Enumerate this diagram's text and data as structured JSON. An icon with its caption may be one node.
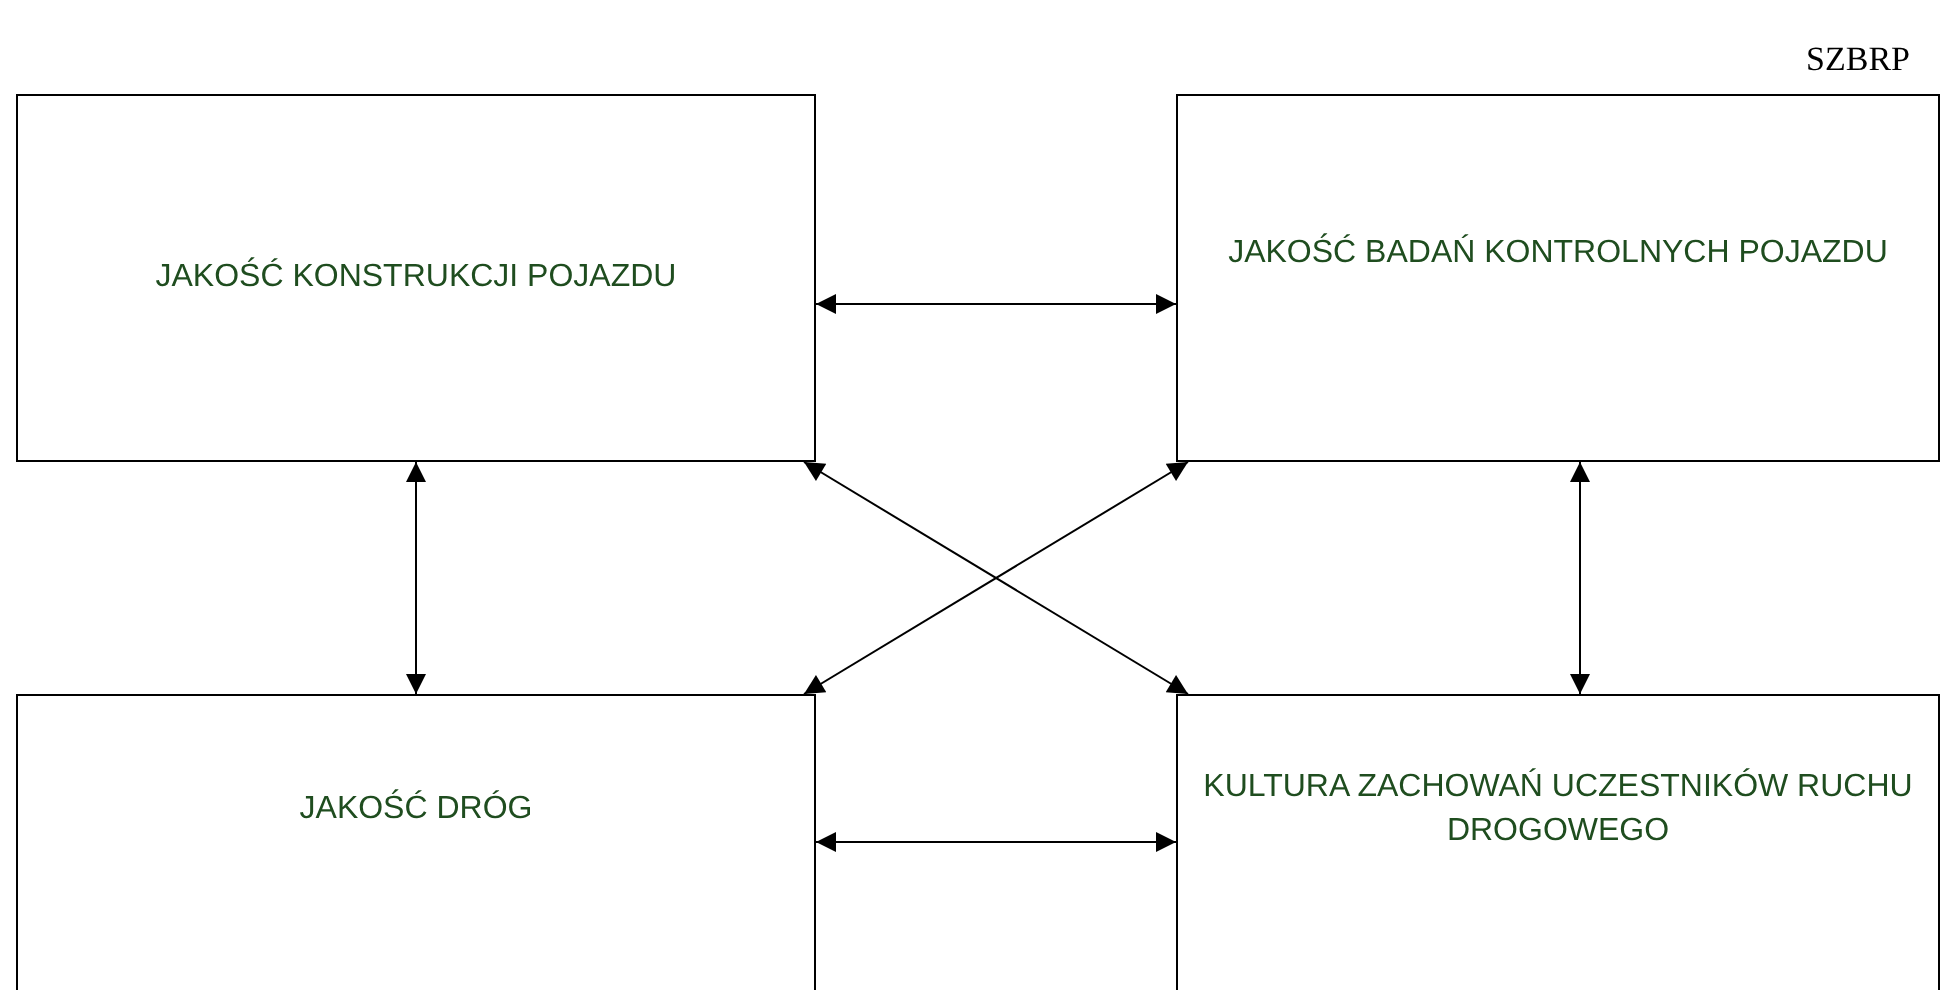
{
  "diagram": {
    "nodes": [
      {
        "text": [
          "JAKOŚĆ KONSTRUKCJI POJAZDU"
        ]
      },
      {
        "text": [
          "JAKOŚĆ BADAŃ KONTROLNYCH POJAZDU"
        ]
      },
      {
        "text": [
          "JAKOŚĆ DRÓG"
        ]
      },
      {
        "text": [
          "KULTURA ZACHOWAŃ UCZESTNIKÓW RUCHU DROGOWEGO"
        ]
      }
    ],
    "edges": [
      {
        "from": 0,
        "to": 1,
        "arrow": "both"
      },
      {
        "from": 0,
        "to": 2,
        "arrow": "both"
      },
      {
        "from": 0,
        "to": 3,
        "arrow": "both"
      },
      {
        "from": 1,
        "to": 2,
        "arrow": "both"
      },
      {
        "from": 1,
        "to": 3,
        "arrow": "both"
      },
      {
        "from": 2,
        "to": 3,
        "arrow": "both"
      }
    ],
    "labels": [
      "SZBRP"
    ]
  }
}
